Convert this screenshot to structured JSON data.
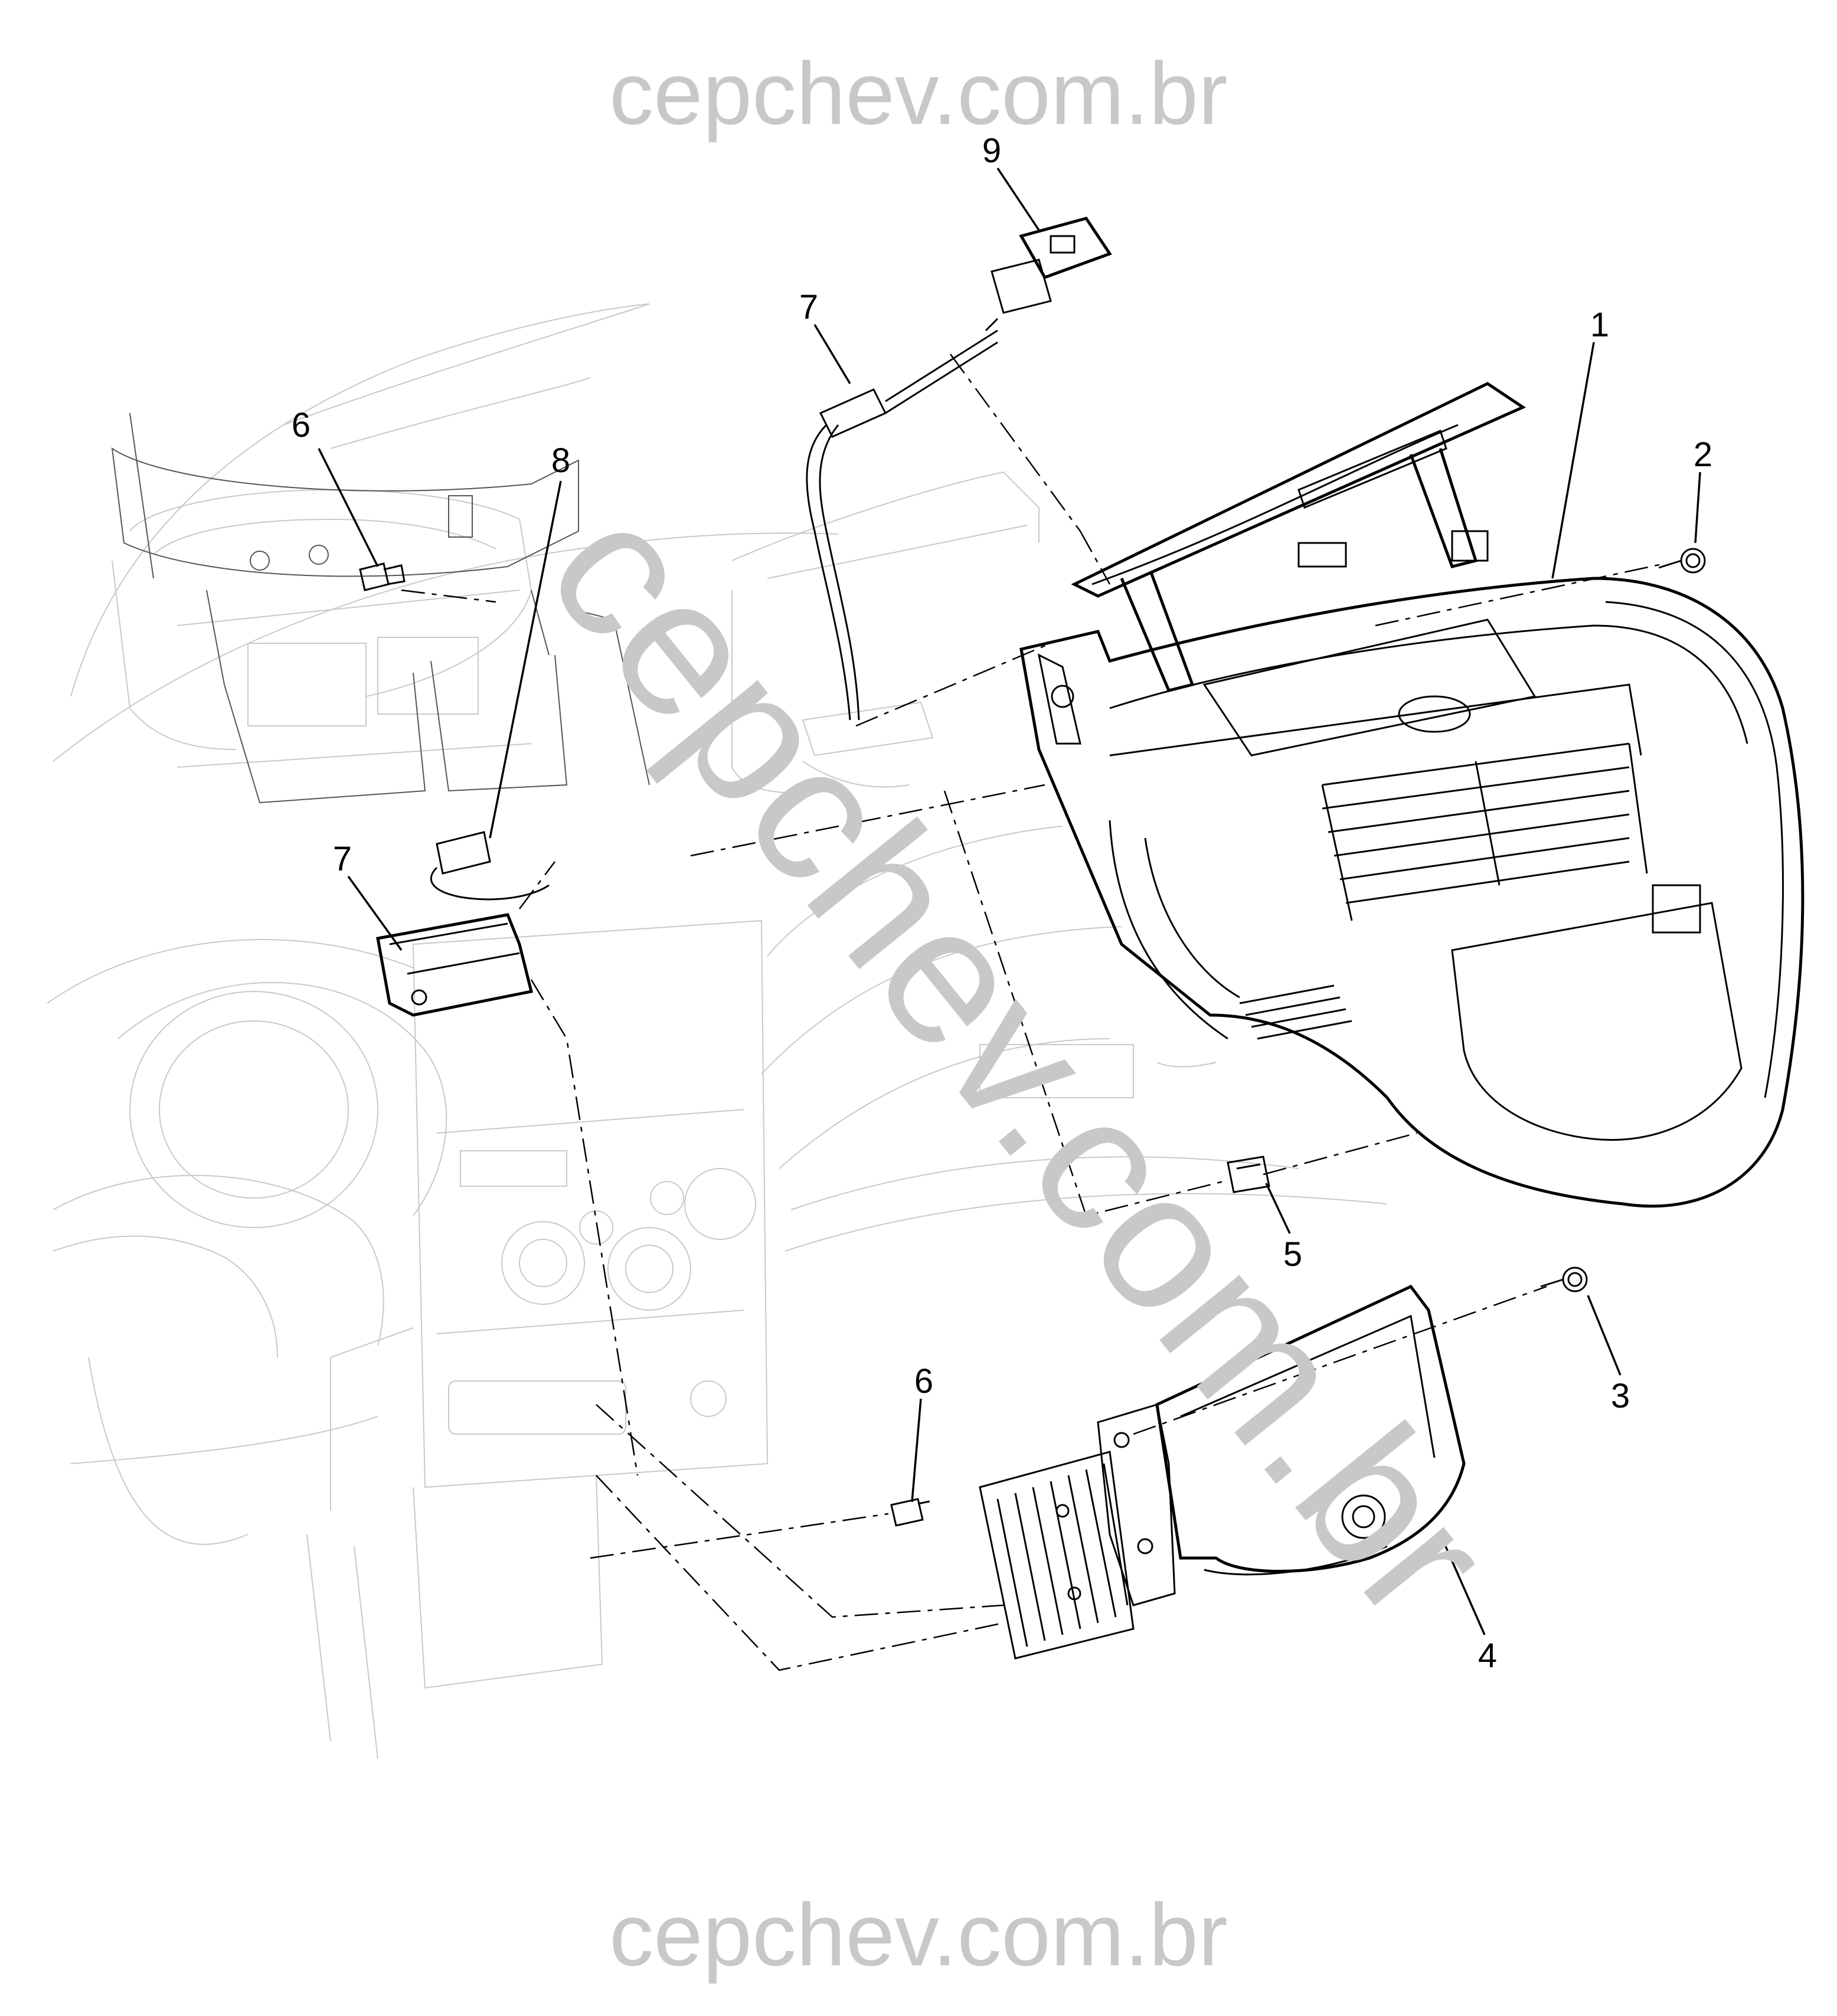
{
  "watermark": {
    "top": "cepchev.com.br",
    "bottom": "cepchev.com.br",
    "diagonal": "cepchev.com.br",
    "color": "#c8c8c8"
  },
  "callouts": {
    "c1": "1",
    "c2": "2",
    "c3": "3",
    "c4": "4",
    "c5": "5",
    "c6a": "6",
    "c6b": "6",
    "c7a": "7",
    "c7b": "7",
    "c8": "8",
    "c9": "9"
  },
  "colors": {
    "line": "#000000",
    "background_line": "#c9c9c9",
    "background": "#ffffff"
  }
}
